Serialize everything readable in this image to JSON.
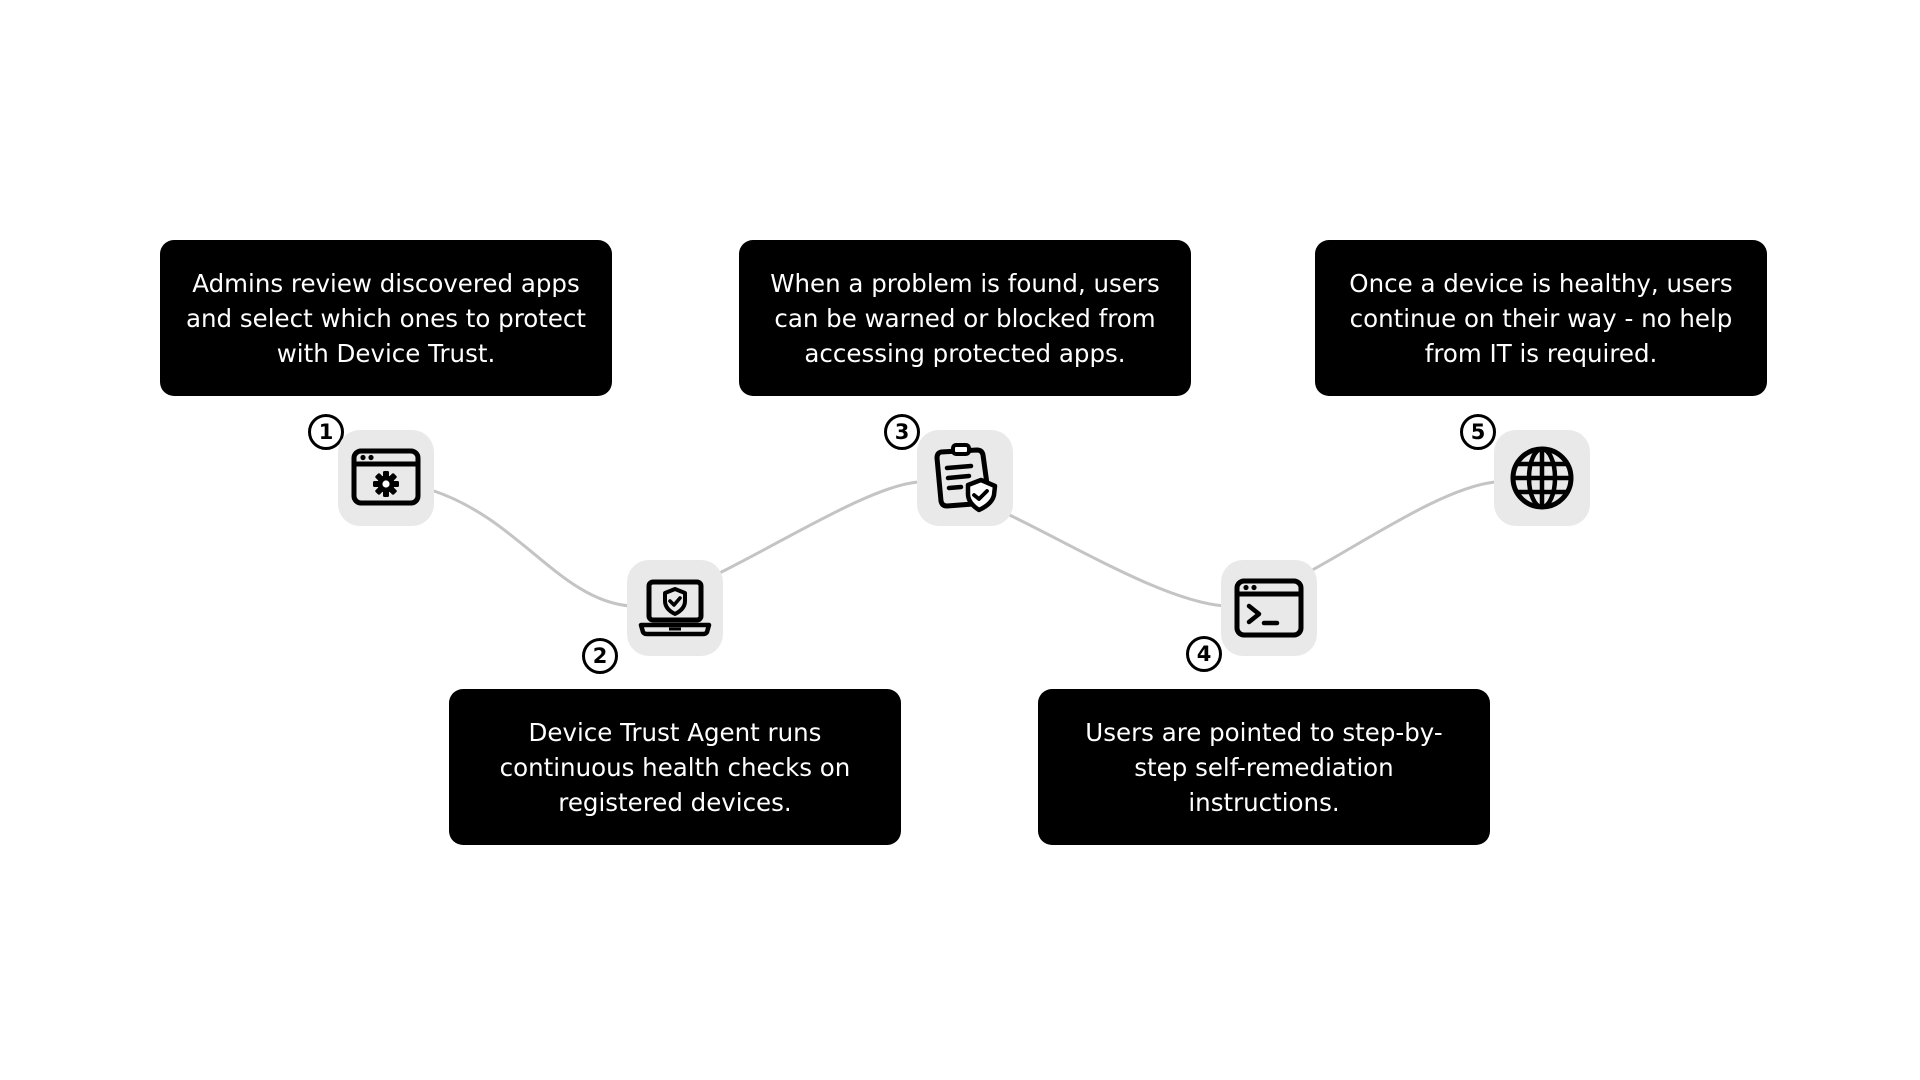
{
  "colors": {
    "box_background": "#000000",
    "box_text": "#ffffff",
    "icon_tile": "#e9e9e9",
    "connector": "#c4c4c4"
  },
  "steps": [
    {
      "number": "1",
      "icon": "browser-gear-icon",
      "text": "Admins review discovered apps and select which ones to protect with Device Trust."
    },
    {
      "number": "2",
      "icon": "laptop-shield-icon",
      "text": "Device Trust Agent runs continuous health checks on registered devices."
    },
    {
      "number": "3",
      "icon": "clipboard-shield-icon",
      "text": "When a problem is found, users can be warned or blocked from accessing protected apps."
    },
    {
      "number": "4",
      "icon": "terminal-window-icon",
      "text": "Users are pointed to step-by-step self-remediation instructions."
    },
    {
      "number": "5",
      "icon": "globe-icon",
      "text": "Once a device is healthy, users continue on their way - no help from IT is required."
    }
  ]
}
